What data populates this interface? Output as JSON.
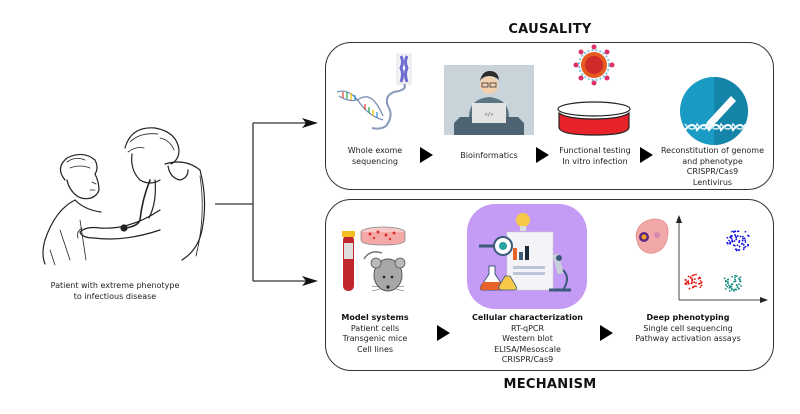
{
  "titles": {
    "causality": "CAUSALITY",
    "mechanism": "MECHANISM"
  },
  "patient": {
    "caption_line1": "Patient with extreme phenotype",
    "caption_line2": "to infectious disease",
    "icon": "doctor-patient-illustration"
  },
  "causality": {
    "steps": [
      {
        "icon": "dna-chromosome-icon",
        "lines": [
          "Whole exome",
          "sequencing"
        ]
      },
      {
        "icon": "bioinformatician-laptop-icon",
        "lines": [
          "Bioinformatics"
        ]
      },
      {
        "icon": "virus-petri-dish-icon",
        "lines": [
          "Functional testing",
          "In vitro infection"
        ]
      },
      {
        "icon": "crispr-pen-icon",
        "lines": [
          "Reconstitution of genome",
          "and phenotype",
          "CRISPR/Cas9",
          "Lentivirus"
        ]
      }
    ]
  },
  "mechanism": {
    "steps": [
      {
        "icon": "model-systems-icon",
        "heading": "Model systems",
        "lines": [
          "Patient cells",
          "Transgenic mice",
          "Cell lines"
        ]
      },
      {
        "icon": "lab-research-icon",
        "heading": "Cellular characterization",
        "lines": [
          "RT-qPCR",
          "Western blot",
          "ELISA/Mesoscale",
          "CRISPR/Cas9"
        ]
      },
      {
        "icon": "cell-scatter-plot-icon",
        "heading": "Deep phenotyping",
        "lines": [
          "Single cell sequencing",
          "Pathway activation assays"
        ]
      }
    ]
  },
  "colors": {
    "border": "#333333",
    "arrow": "#000000",
    "purple_bg": "#c59cf5",
    "crispr_blue": "#1a9bc4",
    "petri_red": "#e8222a",
    "cluster_blue": "#1010e0",
    "cluster_red": "#e81010",
    "cluster_teal": "#108a80"
  }
}
